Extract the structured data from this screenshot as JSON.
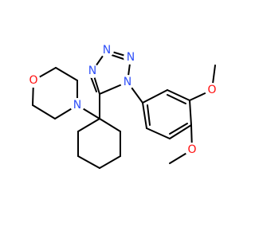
{
  "molecule": {
    "atoms": {
      "o_morph": {
        "label": "O",
        "color": "#ff0d0d"
      },
      "n_morph": {
        "label": "N",
        "color": "#3050f8"
      },
      "n_t4": {
        "label": "N",
        "color": "#3050f8"
      },
      "n_t3": {
        "label": "N",
        "color": "#3050f8"
      },
      "n_t2": {
        "label": "N",
        "color": "#3050f8"
      },
      "n_t1": {
        "label": "N",
        "color": "#3050f8"
      },
      "o_meta": {
        "label": "O",
        "color": "#ff0d0d"
      },
      "o_para": {
        "label": "O",
        "color": "#ff0d0d"
      }
    }
  }
}
